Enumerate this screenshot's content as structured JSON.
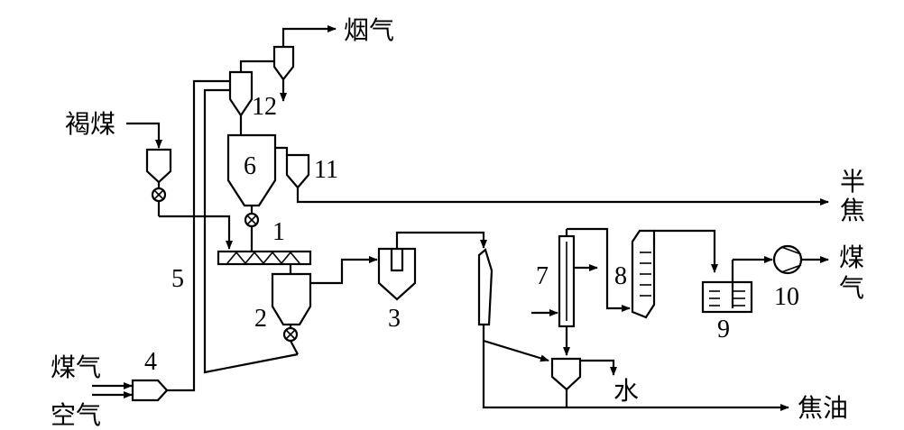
{
  "labels": {
    "lignite": "褐煤",
    "flue_gas": "烟气",
    "semi_coke": [
      "半",
      "焦"
    ],
    "coal_gas_product": [
      "煤",
      "气"
    ],
    "coal_gas_in": "煤气",
    "air_in": "空气",
    "water": "水",
    "tar": "焦油"
  },
  "equipment_numbers": [
    "1",
    "2",
    "3",
    "4",
    "5",
    "6",
    "7",
    "8",
    "9",
    "10",
    "11",
    "12"
  ]
}
